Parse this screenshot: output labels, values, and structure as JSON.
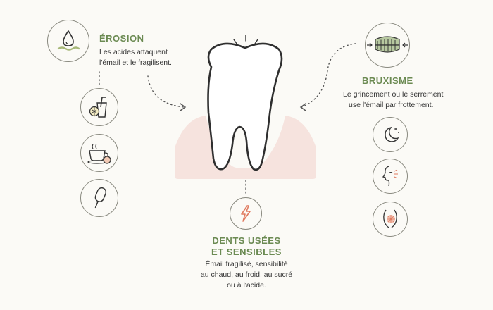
{
  "colors": {
    "accent_green": "#6b8a52",
    "gum_pink": "#f6e3de",
    "outline": "#8a8a80",
    "lightning": "#e07a5f"
  },
  "erosion": {
    "title": "ÉROSION",
    "line1": "Les acides attaquent",
    "line2": "l'émail et le fragilisent.",
    "main_icon": "water-drop-icon",
    "causes": [
      "soda-drink-icon",
      "coffee-cup-icon",
      "popsicle-icon"
    ]
  },
  "bruxism": {
    "title": "BRUXISME",
    "line1": "Le grincement ou le serrement",
    "line2": "use l'émail par frottement.",
    "main_icon": "clenched-teeth-icon",
    "causes": [
      "moon-night-icon",
      "stressed-face-icon",
      "jaw-pain-icon"
    ]
  },
  "result": {
    "title_line1": "DENTS USÉES",
    "title_line2": "ET SENSIBLES",
    "line1": "Émail fragilisé, sensibilité",
    "line2": "au chaud, au froid, au sucré",
    "line3": "ou à l'acide.",
    "icon": "lightning-icon"
  }
}
